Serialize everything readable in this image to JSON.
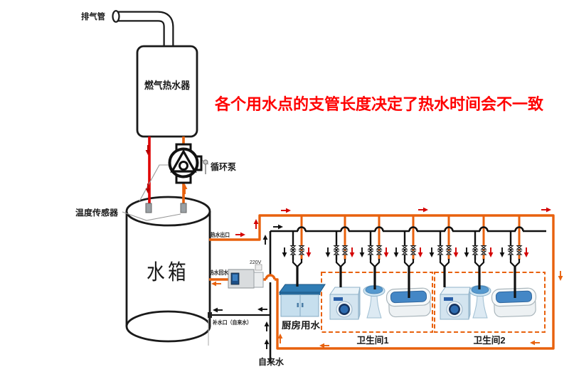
{
  "note": {
    "text": "各个用水点的支管长度决定了热水时间会不一致"
  },
  "labels": {
    "exhaust_pipe": "排气管",
    "gas_water_heater": "燃气热水器",
    "circulation_pump": "循环泵",
    "temperature_sensor": "温度传感器",
    "water_tank": "水箱",
    "hot_water_outlet": "热水出口",
    "hot_water_return": "热水回水",
    "pump_voltage": "220V",
    "refill_port": "补水口（自来水）",
    "kitchen_water": "厨房用水",
    "bathroom_1": "卫生间1",
    "bathroom_2": "卫生间2",
    "tap_water": "自来水"
  },
  "zones": {
    "bathroom_1_fixtures": [
      "washing-machine",
      "pedestal-sink",
      "bathtub"
    ],
    "bathroom_2_fixtures": [
      "washing-machine",
      "pedestal-sink",
      "bathtub"
    ],
    "kitchen_fixtures": [
      "kitchen-cabinet"
    ]
  },
  "colors": {
    "hot_pipe": "#e8610d",
    "cold_pipe": "#111111",
    "heater_supply_pipe": "#e00000",
    "arrow_red": "#d40000",
    "note_text": "#ff0000",
    "dashed_zone": "#e8610d"
  }
}
